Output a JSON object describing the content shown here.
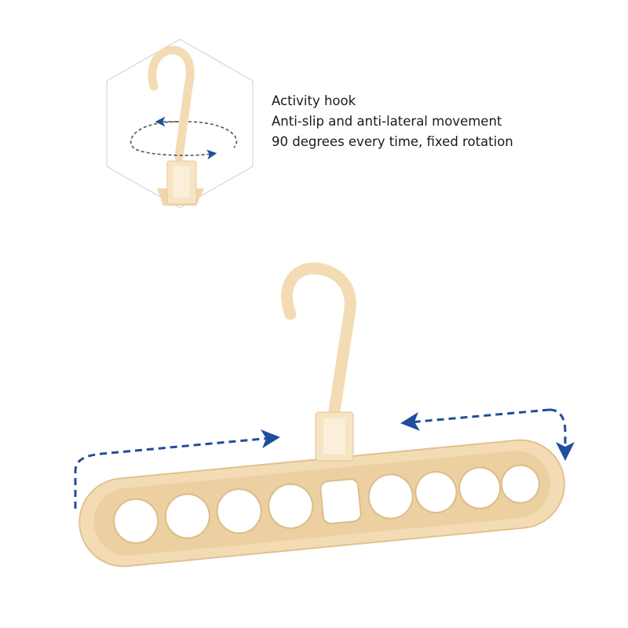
{
  "features": [
    "Activity hook",
    "Anti-slip and anti-lateral movement",
    "90 degrees every time, fixed rotation"
  ],
  "colors": {
    "plastic": "#f3dcb4",
    "plastic_shade": "#e6c796",
    "arrow": "#1f4e9c",
    "hexagon": "#d8d8d8"
  },
  "icons": [
    "rotation-arrows-icon",
    "extend-arrows-icon"
  ]
}
